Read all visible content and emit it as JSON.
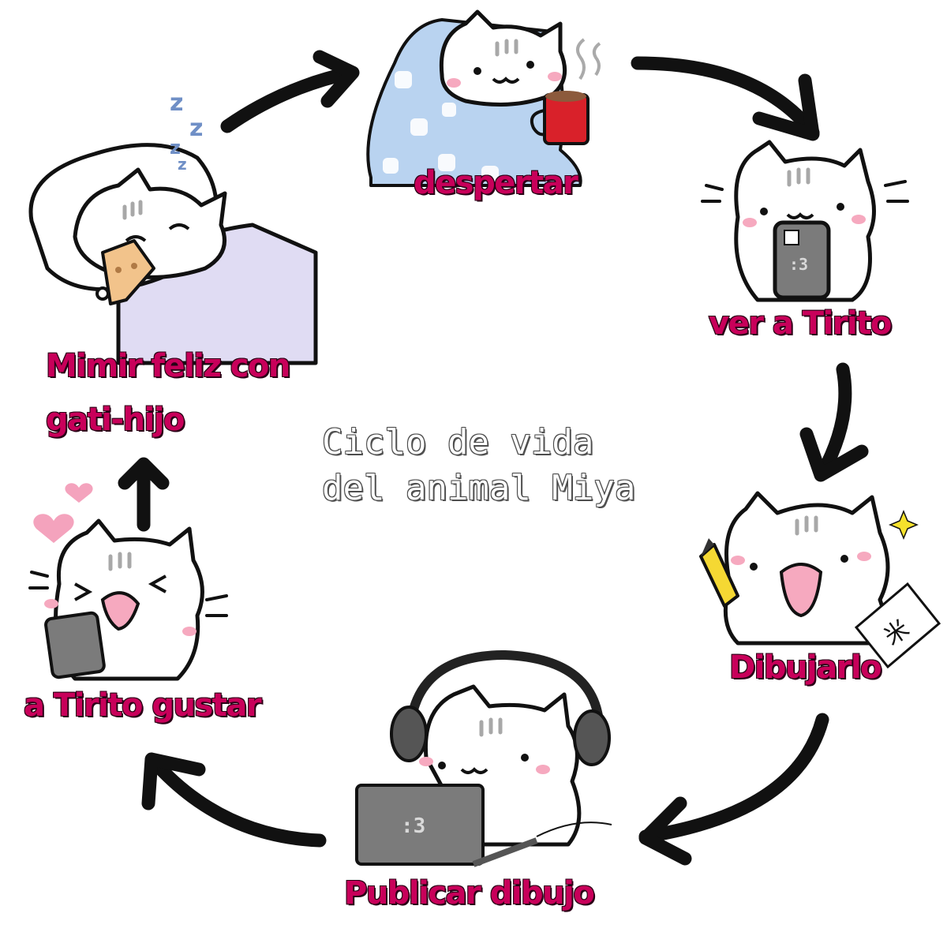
{
  "title": {
    "line1": "Ciclo de vida",
    "line2": "del animal Miya"
  },
  "steps": [
    {
      "id": "wake",
      "label": "despertar"
    },
    {
      "id": "see",
      "label": "ver a Tirito"
    },
    {
      "id": "draw",
      "label": "Dibujarlo"
    },
    {
      "id": "post",
      "label": "Publicar dibujo"
    },
    {
      "id": "like",
      "label": "a Tirito gustar"
    },
    {
      "id": "sleep",
      "label_line1": "Mimir feliz con",
      "label_line2": "gati-hijo"
    }
  ],
  "decor": {
    "sleep_letters": [
      "z",
      "z",
      "z",
      "z"
    ],
    "laptop_face": ":3",
    "phone_face": ":3",
    "paper_sketch": "米"
  },
  "colors": {
    "label_fill": "#c8005a",
    "label_outline": "#2a0016",
    "arrow": "#111111",
    "blanket_blue": "#b9d3f0",
    "bed_lavender": "#e0dcf3",
    "mug_red": "#d9212a",
    "device_gray": "#7b7b7b",
    "blush_pink": "#f6a9bf"
  }
}
